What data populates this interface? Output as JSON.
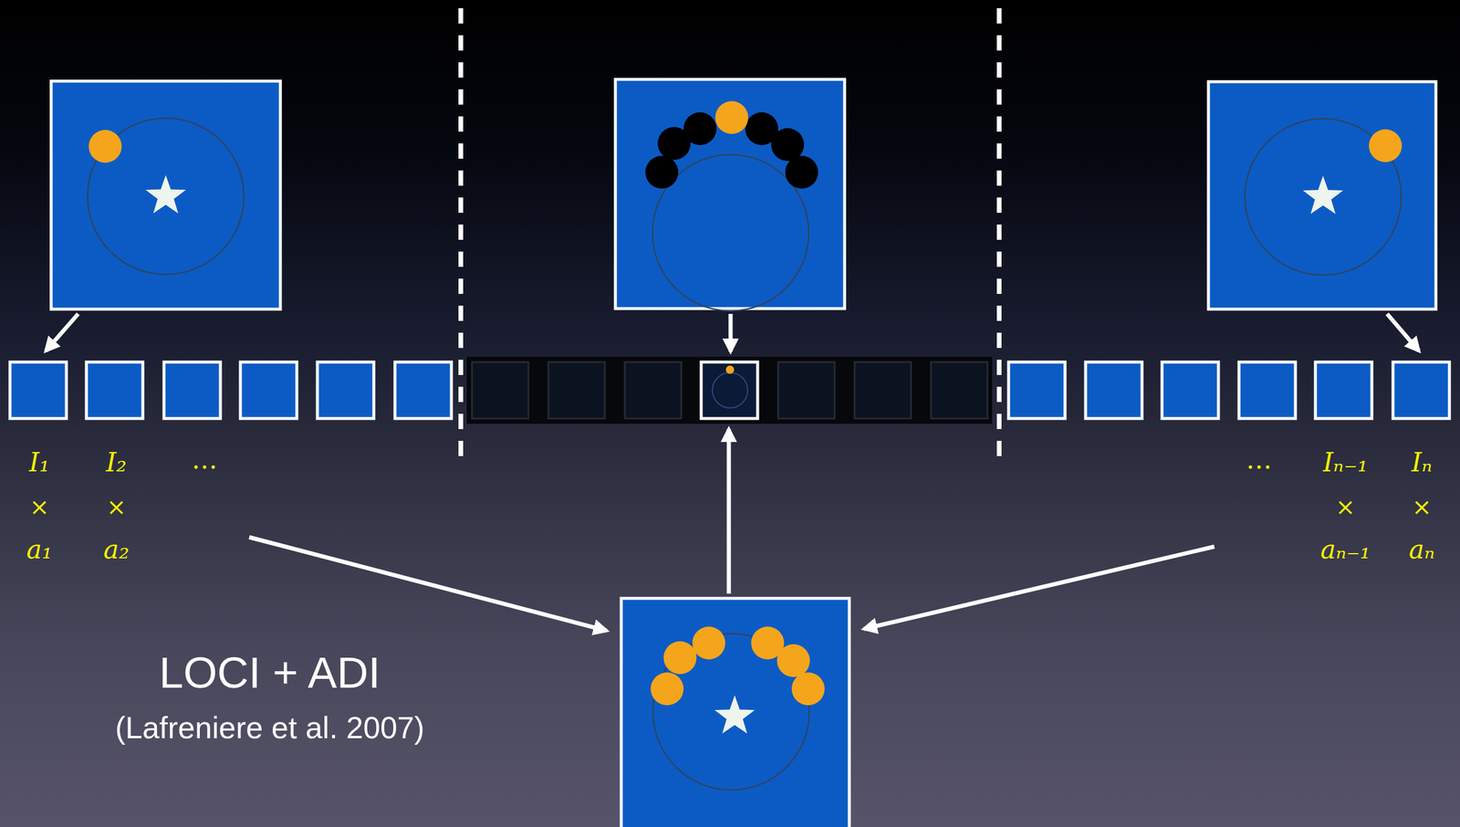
{
  "diagram": {
    "labels": [
      "I₁",
      "×",
      "a₁",
      "I₂",
      "×",
      "a₂",
      "…",
      "…",
      "Iₙ₋₁",
      "×",
      "aₙ₋₁",
      "Iₙ",
      "×",
      "aₙ",
      "LOCI + ADI",
      "(Lafreniere et al. 2007)"
    ]
  }
}
